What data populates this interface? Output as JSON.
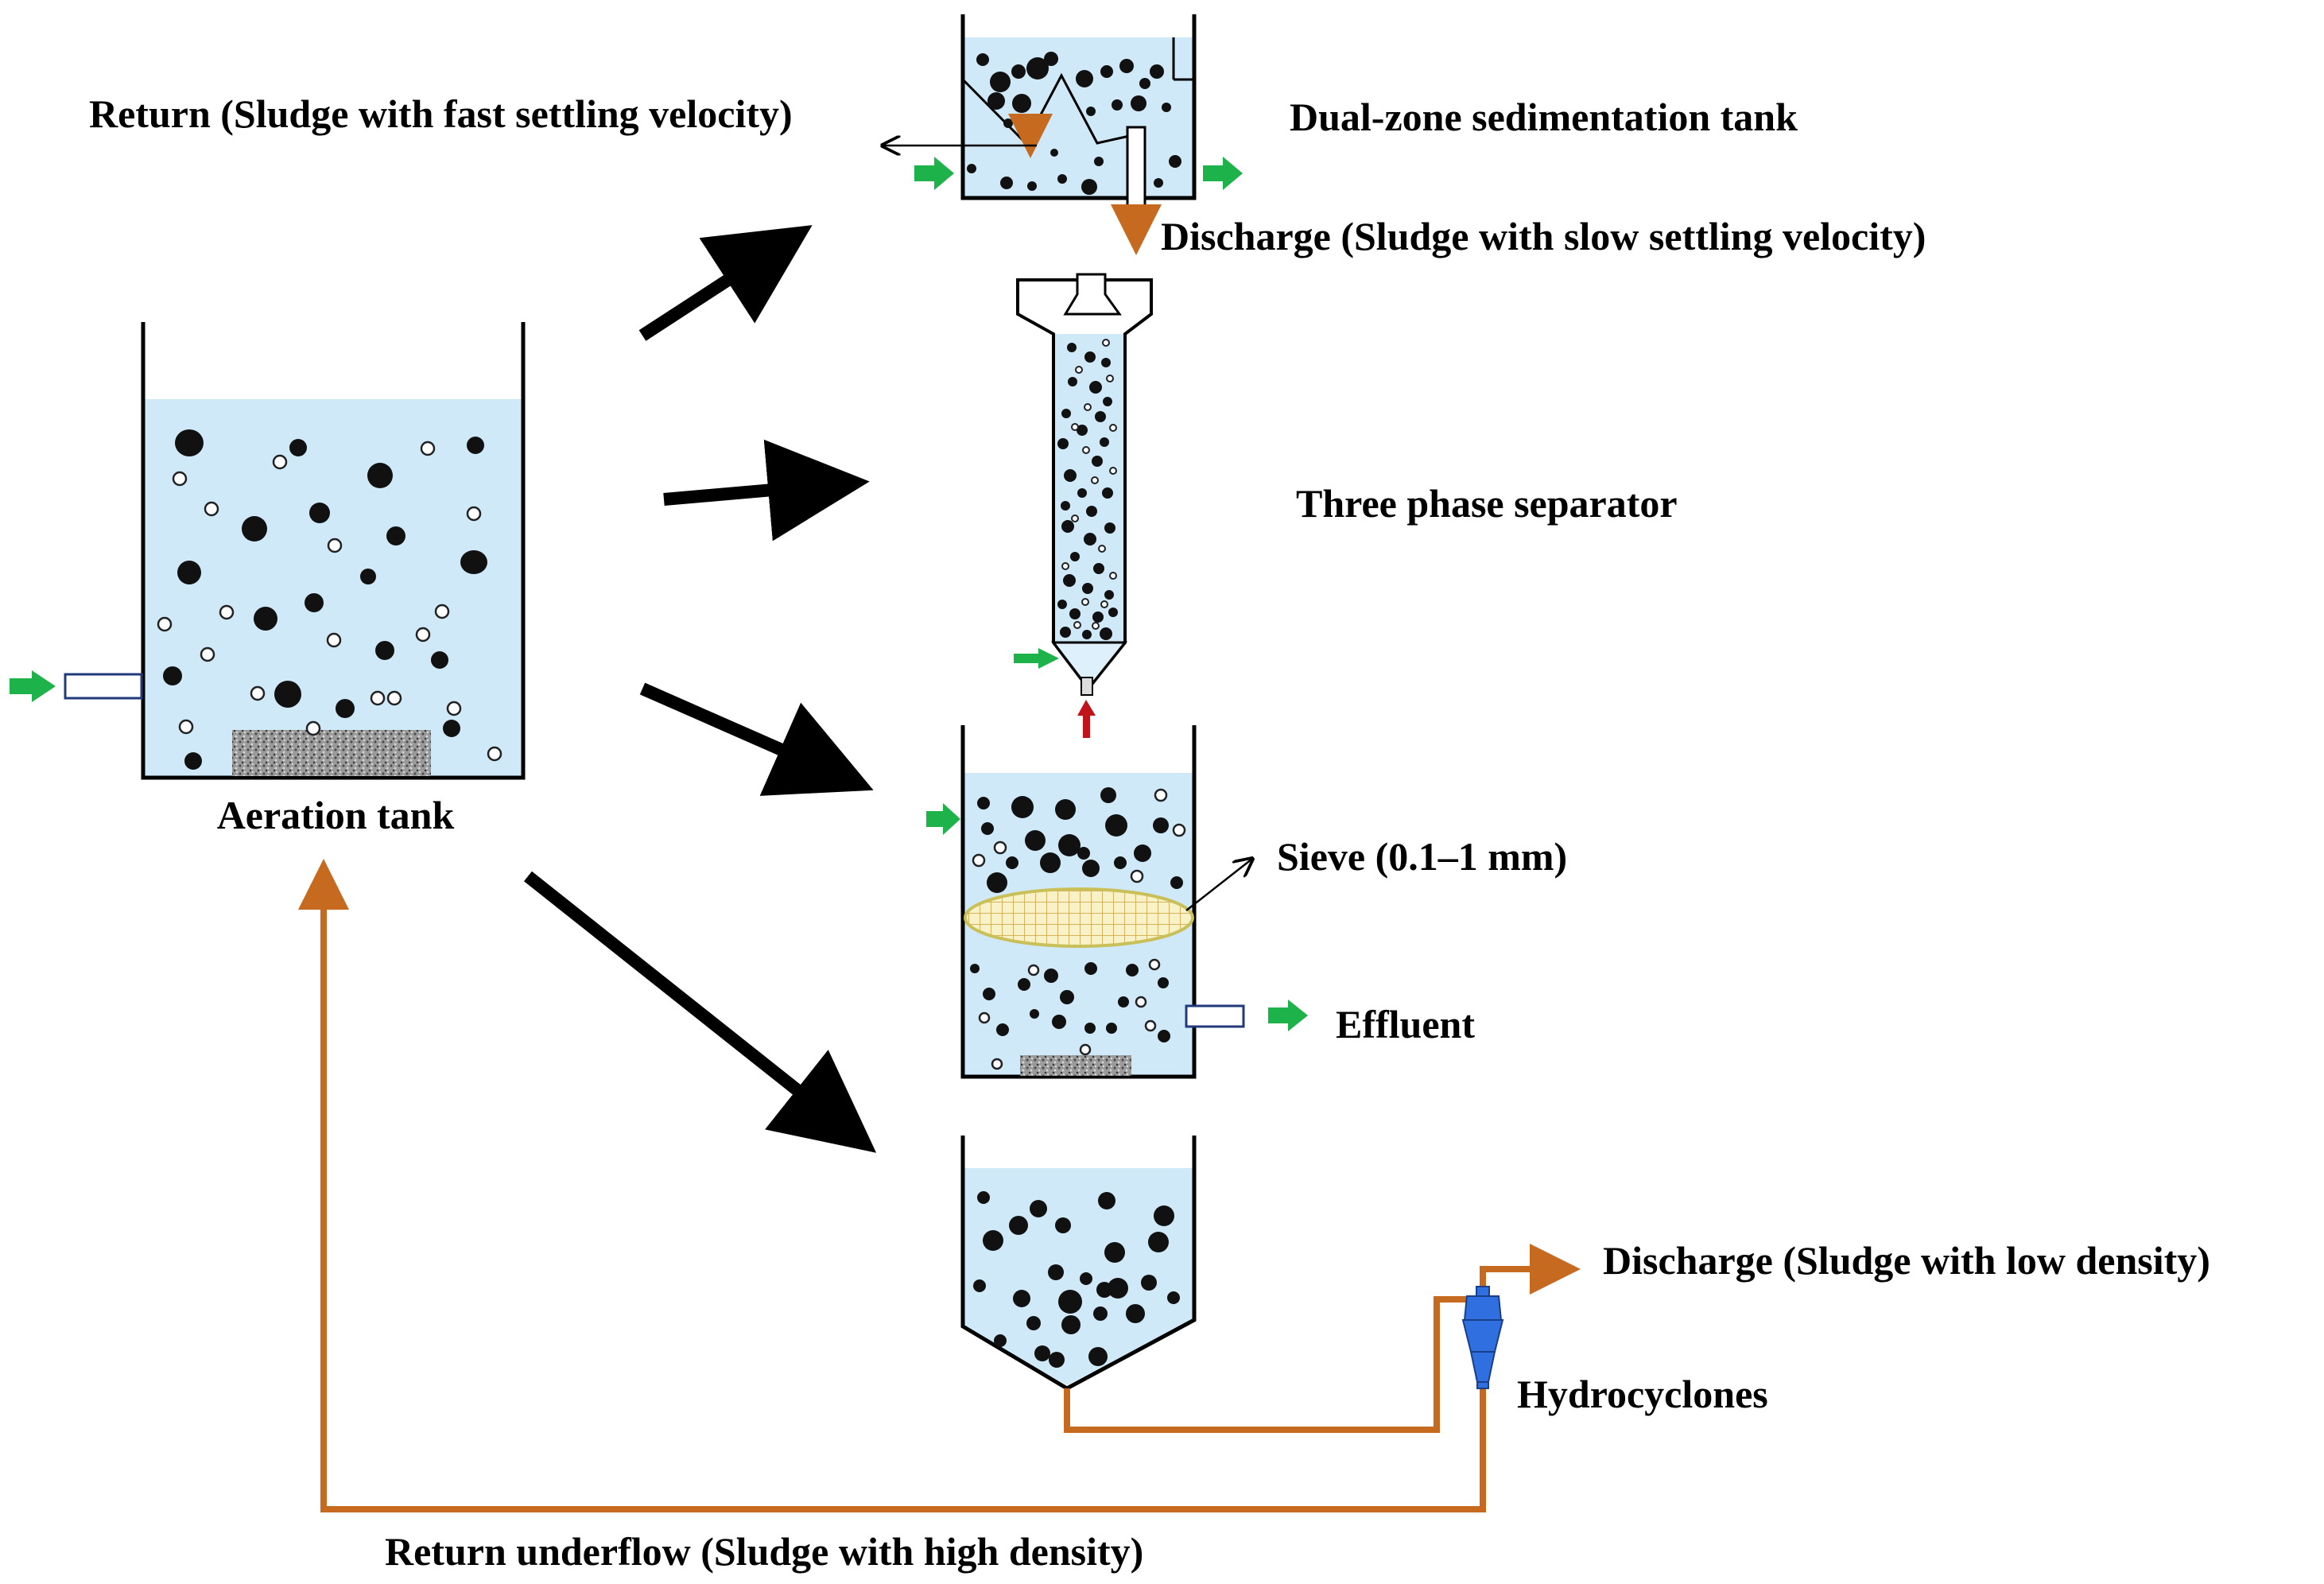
{
  "labels": {
    "return_fast": "Return (Sludge with fast settling velocity)",
    "dual_zone": "Dual-zone sedimentation tank",
    "discharge_slow": "Discharge (Sludge with slow settling velocity)",
    "three_phase": "Three phase separator",
    "aeration_tank": "Aeration tank",
    "sieve": "Sieve (0.1–1 mm)",
    "effluent": "Effluent",
    "discharge_low": "Discharge (Sludge with low density)",
    "hydrocyclones": "Hydrocyclones",
    "return_underflow": "Return underflow (Sludge with high density)"
  },
  "colors": {
    "water": "#cfe9f8",
    "inflow_arrow": "#1db34a",
    "sludge_pipe": "#c56a1e",
    "hydrocyclone": "#2f6fe0",
    "upflow_arrow": "#c0141b",
    "sieve": "#e0d98a"
  }
}
